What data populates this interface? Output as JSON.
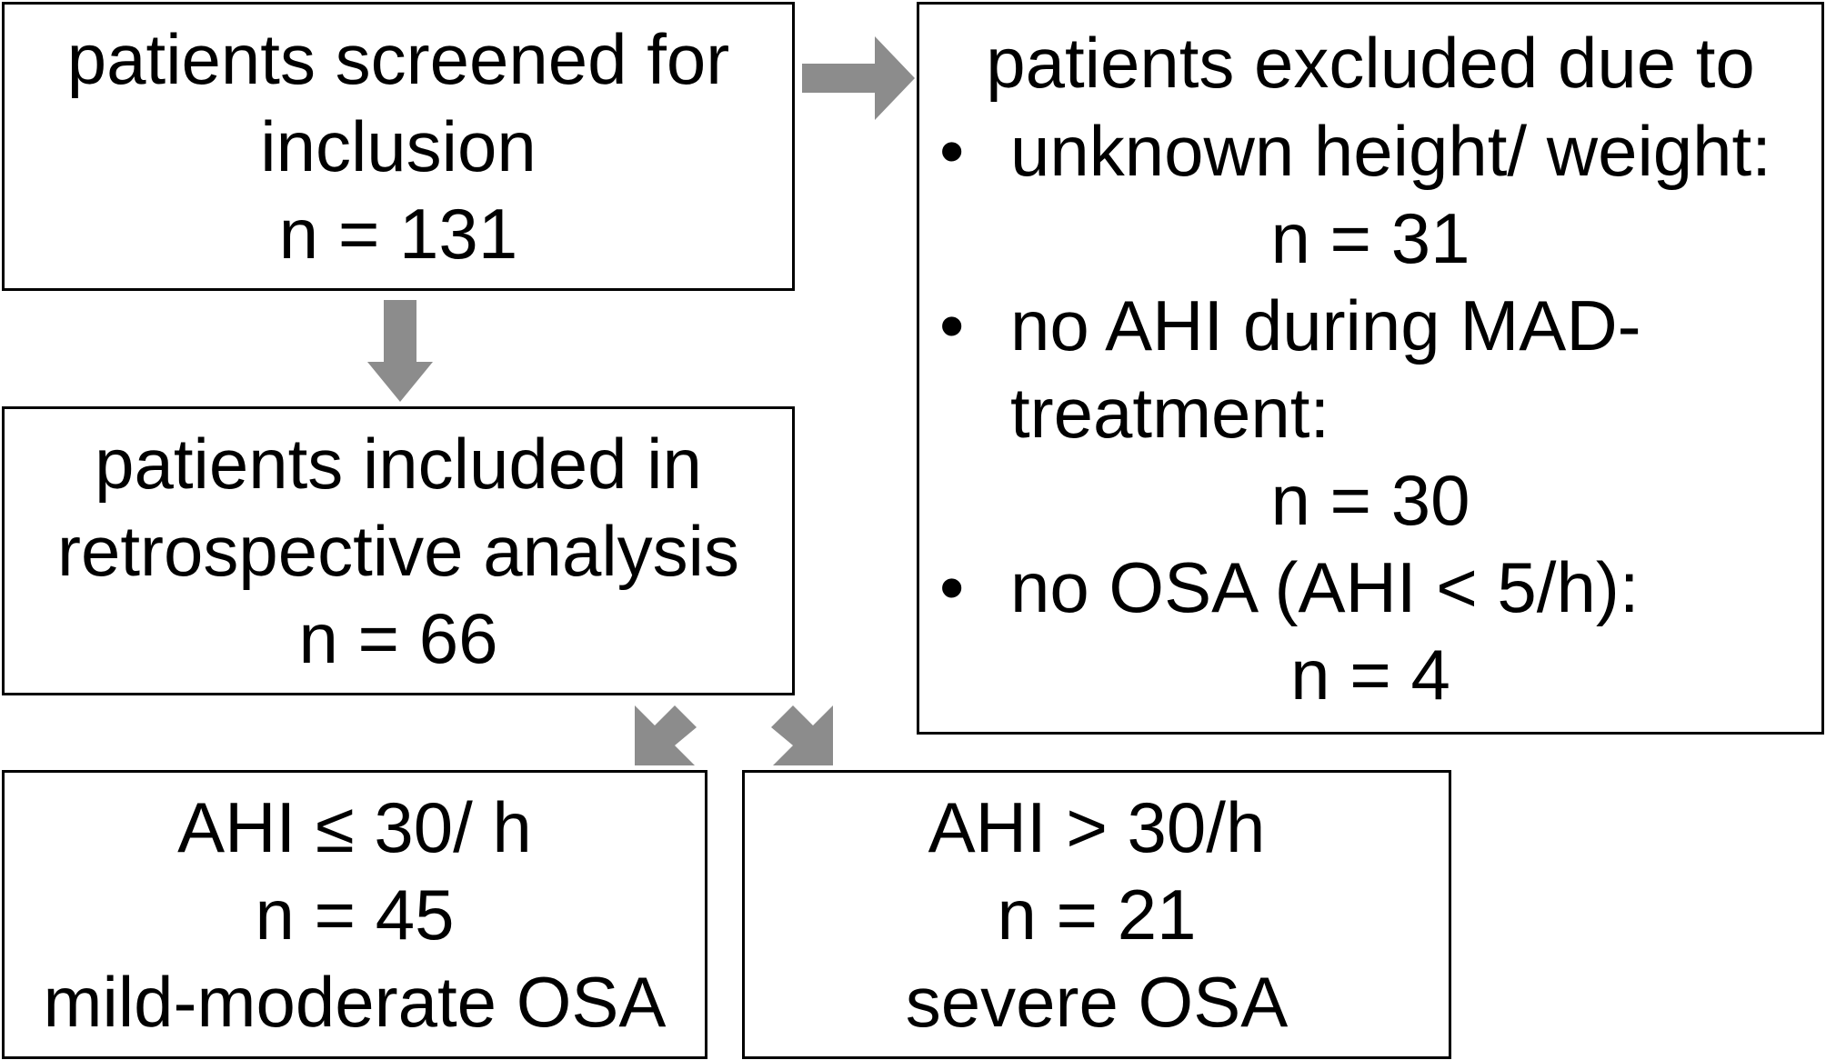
{
  "nodes": {
    "screened": {
      "line1": "patients screened for",
      "line2": "inclusion",
      "count": "n = 131"
    },
    "excluded": {
      "title": "patients excluded due to",
      "items": [
        {
          "bullet": "•",
          "text": "unknown height/ weight:",
          "count": "n = 31"
        },
        {
          "bullet": "•",
          "text": "no AHI during MAD-",
          "text2": "treatment:",
          "count": "n = 30"
        },
        {
          "bullet": "•",
          "text": "no OSA (AHI < 5/h):",
          "count": "n = 4"
        }
      ]
    },
    "included": {
      "line1": "patients included in",
      "line2": "retrospective analysis",
      "count": "n = 66"
    },
    "mild": {
      "line1": "AHI ≤ 30/ h",
      "count": "n = 45",
      "label": "mild-moderate OSA"
    },
    "severe": {
      "line1": "AHI > 30/h",
      "count": "n = 21",
      "label": "severe OSA"
    }
  },
  "colors": {
    "arrow": "#8c8c8c",
    "border": "#000000",
    "text": "#000000"
  }
}
